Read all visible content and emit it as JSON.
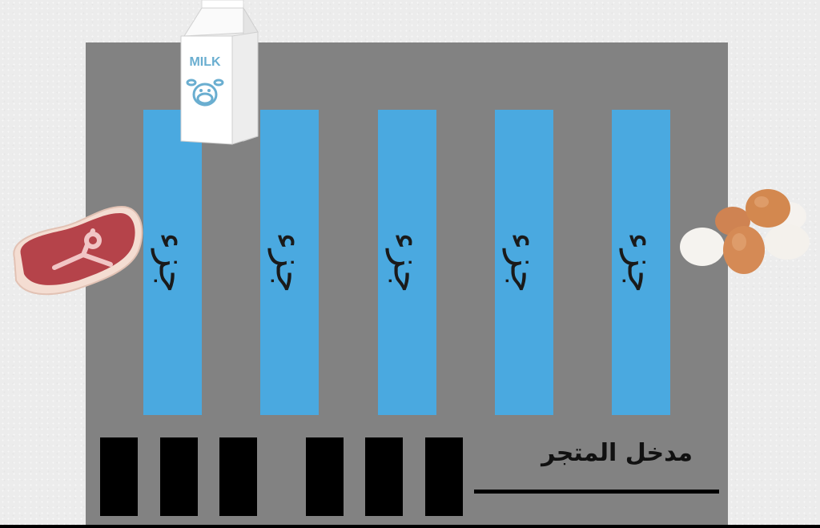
{
  "aisles": [
    {
      "label": "جزء"
    },
    {
      "label": "جزء"
    },
    {
      "label": "جزء"
    },
    {
      "label": "جزء"
    },
    {
      "label": "جزء"
    }
  ],
  "entrance": {
    "label": "مدخل المتجر"
  },
  "milk": {
    "label": "MILK"
  },
  "colors": {
    "store_floor": "#828282",
    "aisle": "#4aa9e0",
    "checkout": "#000000",
    "background": "#ececec"
  },
  "icons": [
    "milk-carton-icon",
    "cow-icon",
    "steak-icon",
    "eggs-icon"
  ]
}
